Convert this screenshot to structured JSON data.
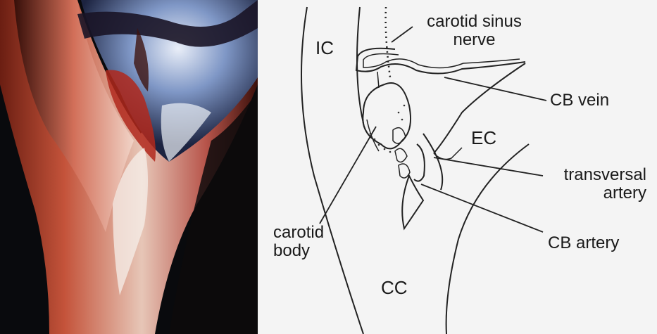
{
  "diagram": {
    "labels": {
      "ic": "IC",
      "ec": "EC",
      "cc": "CC",
      "carotid_sinus_nerve": [
        "carotid sinus",
        "nerve"
      ],
      "cb_vein": "CB vein",
      "transversal_artery": [
        "transversal",
        "artery"
      ],
      "carotid_body": [
        "carotid",
        "body"
      ],
      "cb_artery": "CB artery"
    }
  }
}
